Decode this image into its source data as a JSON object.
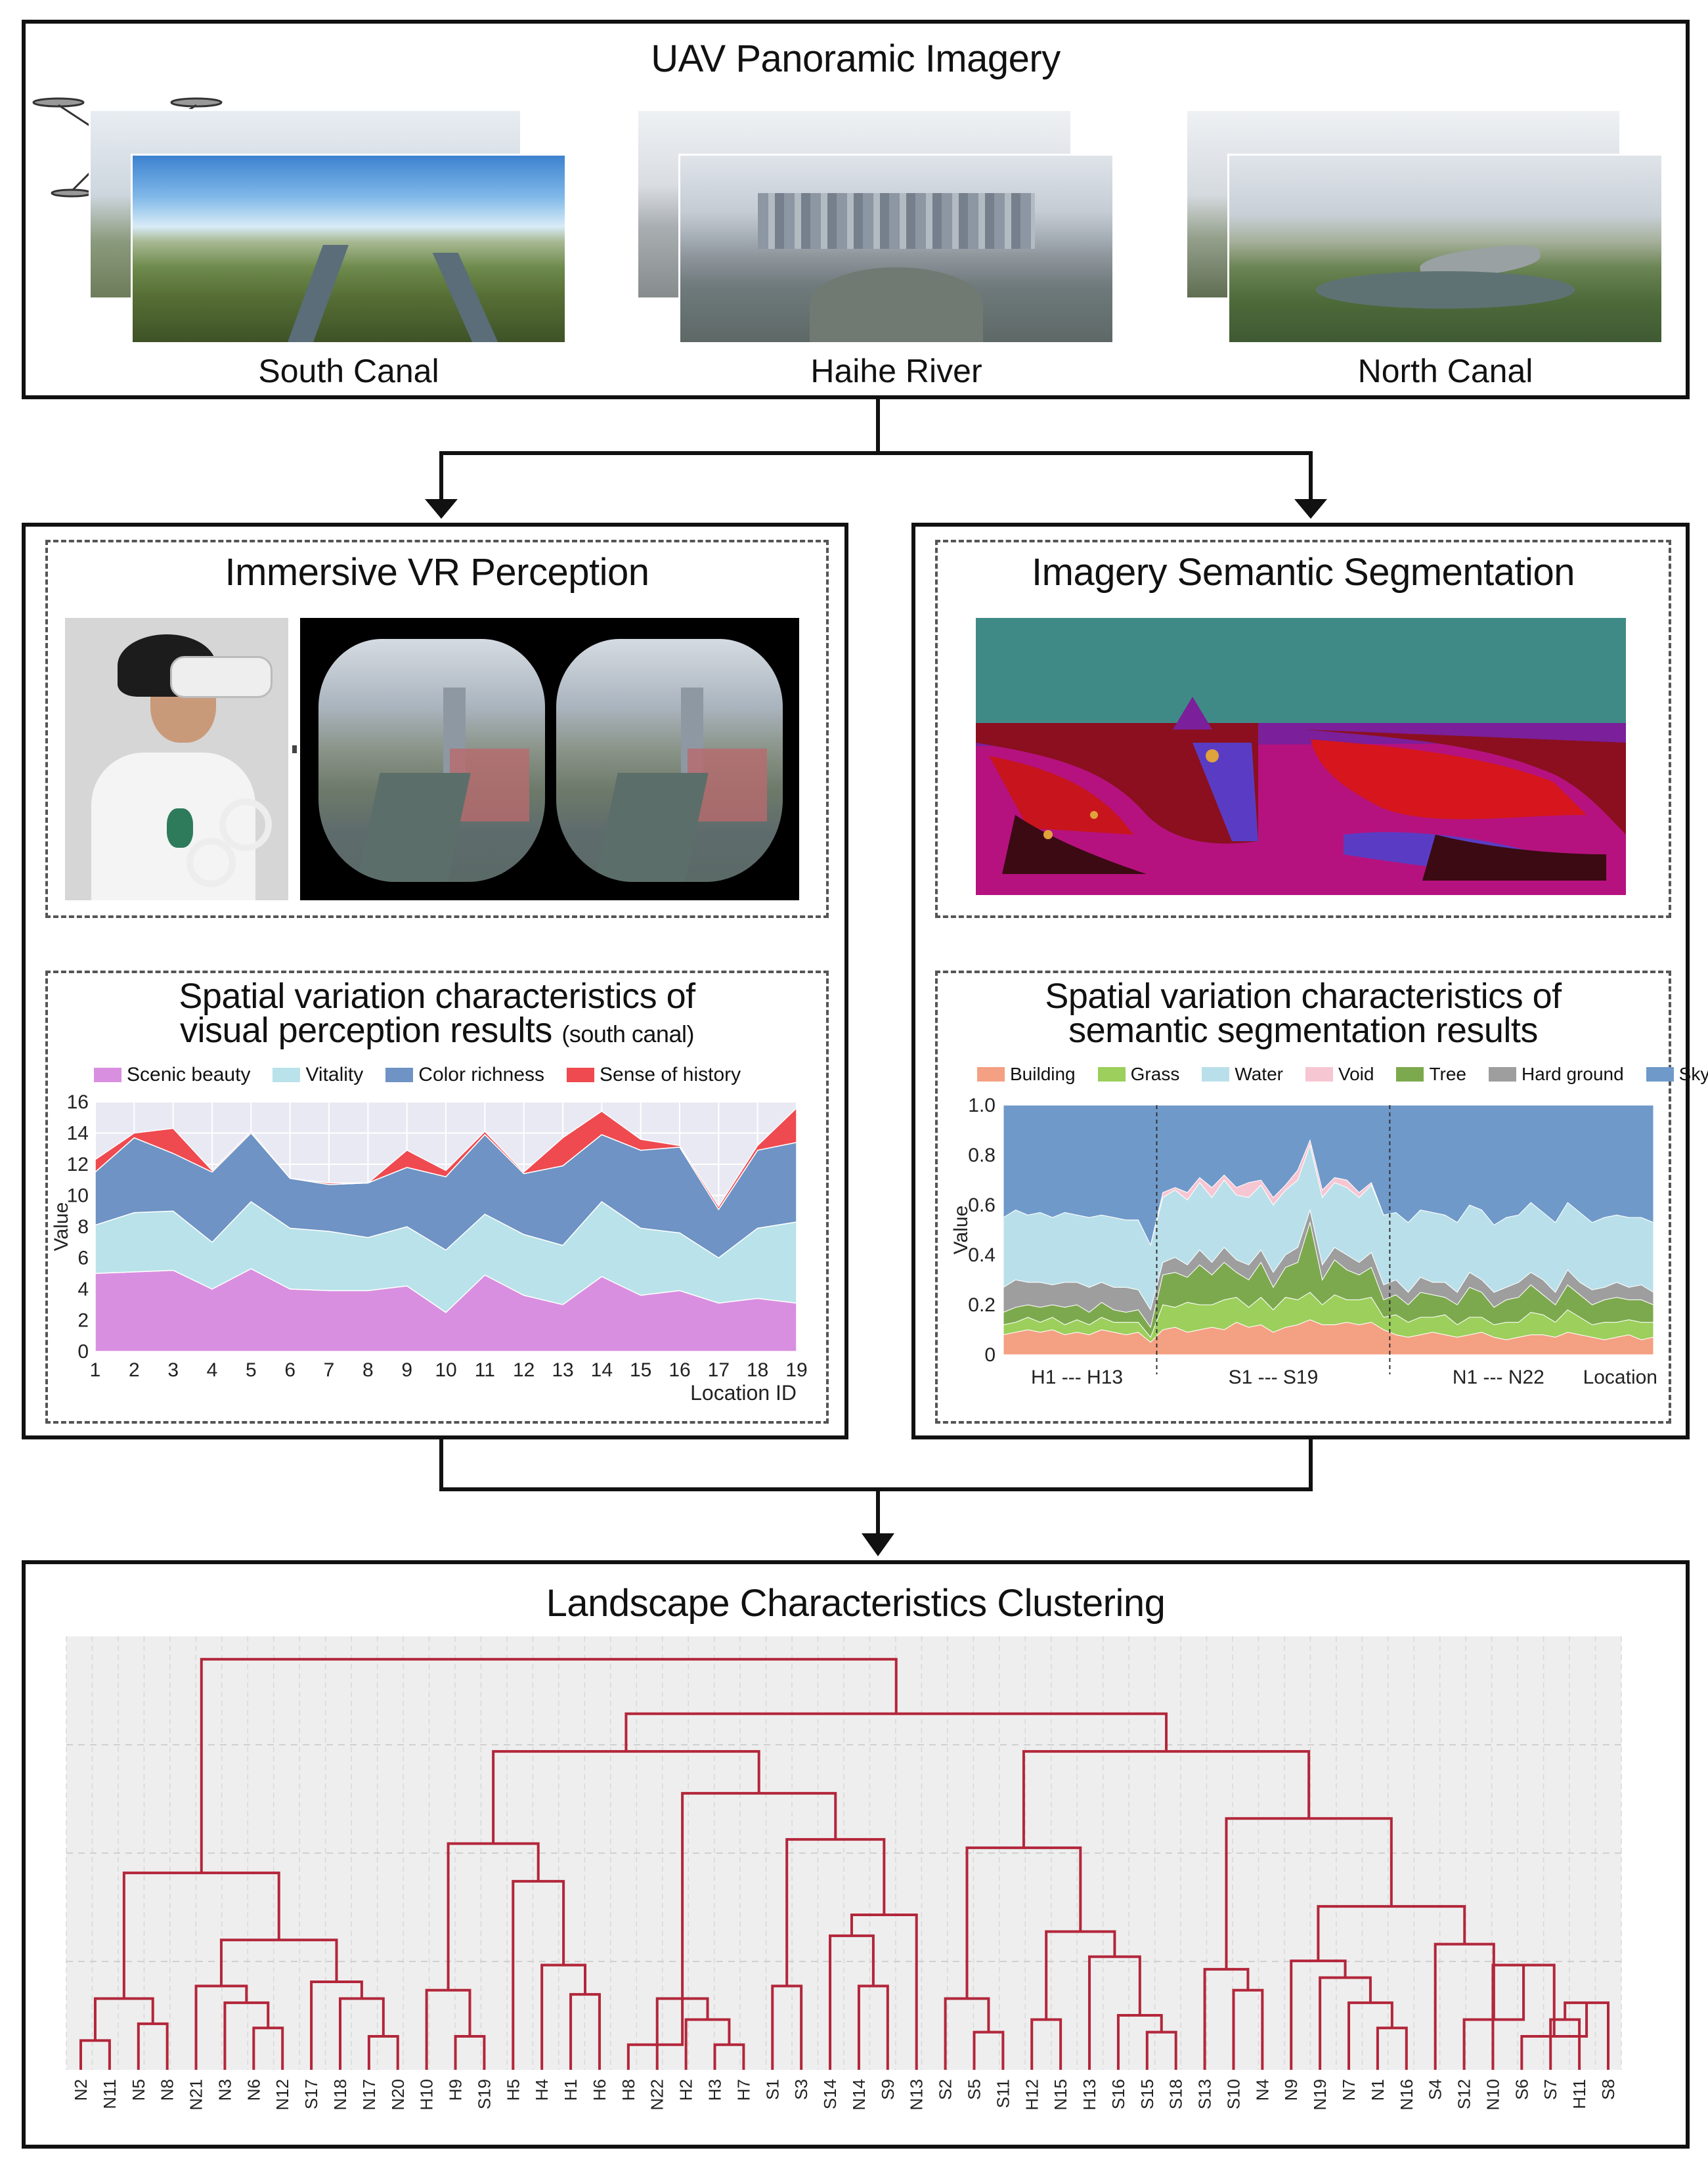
{
  "uav": {
    "title": "UAV Panoramic Imagery",
    "captions": [
      "South Canal",
      "Haihe River",
      "North Canal"
    ]
  },
  "vr": {
    "title": "Immersive VR Perception"
  },
  "seg": {
    "title": "Imagery Semantic Segmentation"
  },
  "perception_chart": {
    "title_line1": "Spatial variation characteristics of",
    "title_line2": "visual perception results",
    "title_suffix": "(south canal)"
  },
  "segmentation_chart": {
    "title_line1": "Spatial variation characteristics of",
    "title_line2": "semantic segmentation results"
  },
  "clustering": {
    "title": "Landscape Characteristics Clustering"
  },
  "colors": {
    "scenic_beauty": "#d98fe0",
    "vitality": "#b9e2ea",
    "color_richness": "#6e93c4",
    "sense_of_history": "#ee4a4f",
    "building": "#f4a083",
    "grass": "#9ccf5b",
    "water": "#b9e0ea",
    "void": "#f7c6d3",
    "tree": "#7da94e",
    "hard_ground": "#9e9e9e",
    "sky": "#6f99c9",
    "dendrogram": "#b3263a"
  },
  "chart_data": [
    {
      "type": "area",
      "title": "Spatial variation characteristics of visual perception results (south canal)",
      "xlabel": "Location ID",
      "ylabel": "Value",
      "stacked": true,
      "x": [
        1,
        2,
        3,
        4,
        5,
        6,
        7,
        8,
        9,
        10,
        11,
        12,
        13,
        14,
        15,
        16,
        17,
        18,
        19
      ],
      "ylim": [
        0,
        16
      ],
      "yticks": [
        0,
        2,
        4,
        6,
        8,
        10,
        12,
        14,
        16
      ],
      "legend": "top",
      "grid": true,
      "series": [
        {
          "name": "Scenic beauty",
          "values": [
            5.0,
            5.1,
            5.2,
            4.0,
            5.3,
            4.0,
            3.9,
            3.9,
            4.2,
            2.5,
            4.9,
            3.6,
            3.0,
            4.8,
            3.6,
            3.9,
            3.1,
            3.4,
            3.1
          ]
        },
        {
          "name": "Vitality",
          "values": [
            3.1,
            3.8,
            3.8,
            3.0,
            4.3,
            3.9,
            3.8,
            3.4,
            3.8,
            4.0,
            3.9,
            3.9,
            3.8,
            4.8,
            4.3,
            3.7,
            2.9,
            4.5,
            5.2
          ]
        },
        {
          "name": "Color richness",
          "values": [
            3.4,
            4.8,
            3.7,
            4.5,
            4.4,
            3.2,
            3.0,
            3.5,
            3.8,
            4.7,
            5.1,
            3.9,
            5.1,
            4.3,
            5.0,
            5.5,
            3.1,
            5.0,
            5.1
          ]
        },
        {
          "name": "Sense of history",
          "values": [
            0.8,
            0.3,
            1.6,
            0.1,
            0.1,
            0.0,
            0.1,
            0.0,
            1.1,
            0.4,
            0.2,
            0.1,
            1.8,
            1.5,
            0.7,
            0.1,
            0.2,
            0.3,
            2.2
          ]
        }
      ]
    },
    {
      "type": "area",
      "title": "Spatial variation characteristics of semantic segmentation results",
      "xlabel": "Location",
      "ylabel": "Value",
      "stacked": true,
      "ylim": [
        0,
        1.0
      ],
      "yticks": [
        "0",
        "0.2",
        "0.4",
        "0.6",
        "0.8",
        "1.0"
      ],
      "group_labels": [
        {
          "label": "H1 --- H13",
          "from": "H1",
          "to": "H13"
        },
        {
          "label": "S1 --- S19",
          "from": "S1",
          "to": "S19"
        },
        {
          "label": "N1 --- N22",
          "from": "N1",
          "to": "N22"
        }
      ],
      "group_sizes": [
        13,
        19,
        22
      ],
      "legend": "top",
      "series": [
        {
          "name": "Building",
          "profile": [
            0.08,
            0.09,
            0.1,
            0.09,
            0.1,
            0.08,
            0.09,
            0.08,
            0.1,
            0.09,
            0.08,
            0.09,
            0.05,
            0.1,
            0.11,
            0.09,
            0.1,
            0.11,
            0.1,
            0.13,
            0.11,
            0.12,
            0.09,
            0.11,
            0.12,
            0.14,
            0.12,
            0.12,
            0.13,
            0.12,
            0.13,
            0.1,
            0.08,
            0.07,
            0.08,
            0.09,
            0.08,
            0.07,
            0.08,
            0.09,
            0.07,
            0.06,
            0.07,
            0.08,
            0.08,
            0.07,
            0.09,
            0.08,
            0.07,
            0.06,
            0.07,
            0.08,
            0.06,
            0.07
          ]
        },
        {
          "name": "Grass",
          "profile": [
            0.04,
            0.04,
            0.05,
            0.04,
            0.05,
            0.04,
            0.05,
            0.04,
            0.05,
            0.04,
            0.05,
            0.04,
            0.02,
            0.1,
            0.08,
            0.12,
            0.1,
            0.09,
            0.12,
            0.1,
            0.08,
            0.11,
            0.09,
            0.12,
            0.1,
            0.11,
            0.08,
            0.12,
            0.09,
            0.1,
            0.1,
            0.05,
            0.08,
            0.06,
            0.07,
            0.06,
            0.08,
            0.05,
            0.07,
            0.06,
            0.05,
            0.07,
            0.06,
            0.09,
            0.08,
            0.06,
            0.09,
            0.07,
            0.05,
            0.07,
            0.06,
            0.06,
            0.07,
            0.06
          ]
        },
        {
          "name": "Water",
          "profile": [
            0.03,
            0.03,
            0.02,
            0.03,
            0.02,
            0.03,
            0.02,
            0.03,
            0.02,
            0.03,
            0.02,
            0.03,
            0.01,
            0.01,
            0.02,
            0.01,
            0.02,
            0.01,
            0.02,
            0.01,
            0.02,
            0.01,
            0.02,
            0.01,
            0.02,
            0.01,
            0.02,
            0.01,
            0.02,
            0.01,
            0.02,
            0.03,
            0.02,
            0.03,
            0.02,
            0.03,
            0.02,
            0.03,
            0.02,
            0.03,
            0.02,
            0.03,
            0.02,
            0.03,
            0.02,
            0.03,
            0.02,
            0.03,
            0.02,
            0.03,
            0.02,
            0.03,
            0.02,
            0.03
          ]
        },
        {
          "name": "Tree",
          "profile": [
            0.05,
            0.06,
            0.05,
            0.06,
            0.05,
            0.07,
            0.06,
            0.05,
            0.06,
            0.05,
            0.04,
            0.05,
            0.04,
            0.12,
            0.14,
            0.1,
            0.16,
            0.12,
            0.15,
            0.1,
            0.11,
            0.14,
            0.09,
            0.12,
            0.15,
            0.28,
            0.1,
            0.14,
            0.12,
            0.1,
            0.12,
            0.07,
            0.08,
            0.07,
            0.1,
            0.09,
            0.07,
            0.08,
            0.12,
            0.1,
            0.07,
            0.09,
            0.1,
            0.11,
            0.08,
            0.07,
            0.1,
            0.09,
            0.08,
            0.09,
            0.1,
            0.08,
            0.09,
            0.07
          ]
        },
        {
          "name": "Hard ground",
          "profile": [
            0.1,
            0.11,
            0.09,
            0.1,
            0.08,
            0.1,
            0.09,
            0.1,
            0.08,
            0.09,
            0.1,
            0.08,
            0.07,
            0.05,
            0.06,
            0.05,
            0.06,
            0.05,
            0.06,
            0.05,
            0.06,
            0.05,
            0.06,
            0.05,
            0.06,
            0.05,
            0.06,
            0.05,
            0.06,
            0.05,
            0.06,
            0.06,
            0.06,
            0.05,
            0.06,
            0.05,
            0.06,
            0.05,
            0.06,
            0.05,
            0.06,
            0.05,
            0.06,
            0.05,
            0.06,
            0.05,
            0.06,
            0.05,
            0.06,
            0.05,
            0.06,
            0.05,
            0.06,
            0.05
          ]
        },
        {
          "name": "Void",
          "profile": [
            0.0,
            0.0,
            0.0,
            0.0,
            0.0,
            0.0,
            0.0,
            0.0,
            0.0,
            0.0,
            0.0,
            0.0,
            0.0,
            0.02,
            0.01,
            0.03,
            0.02,
            0.04,
            0.02,
            0.03,
            0.06,
            0.02,
            0.03,
            0.02,
            0.04,
            0.02,
            0.03,
            0.02,
            0.03,
            0.02,
            0.01,
            0.0,
            0.0,
            0.0,
            0.0,
            0.0,
            0.0,
            0.0,
            0.0,
            0.0,
            0.0,
            0.0,
            0.0,
            0.0,
            0.0,
            0.0,
            0.0,
            0.0,
            0.0,
            0.0,
            0.0,
            0.0,
            0.0,
            0.0
          ]
        }
      ]
    },
    {
      "type": "dendrogram",
      "title": "Landscape Characteristics Clustering",
      "leaves": [
        "N2",
        "N11",
        "N5",
        "N8",
        "N21",
        "N3",
        "N6",
        "N12",
        "S17",
        "N18",
        "N17",
        "N20",
        "H10",
        "H9",
        "S19",
        "H5",
        "H4",
        "H1",
        "H6",
        "H8",
        "N22",
        "H2",
        "H3",
        "H7",
        "S1",
        "S3",
        "S14",
        "N14",
        "S9",
        "N13",
        "S2",
        "S5",
        "S11",
        "H12",
        "N15",
        "H13",
        "S16",
        "S15",
        "S18",
        "S13",
        "S10",
        "N4",
        "N9",
        "N19",
        "N7",
        "N1",
        "N16",
        "S4",
        "S12",
        "N10",
        "S6",
        "S7",
        "H11",
        "S8"
      ]
    }
  ]
}
